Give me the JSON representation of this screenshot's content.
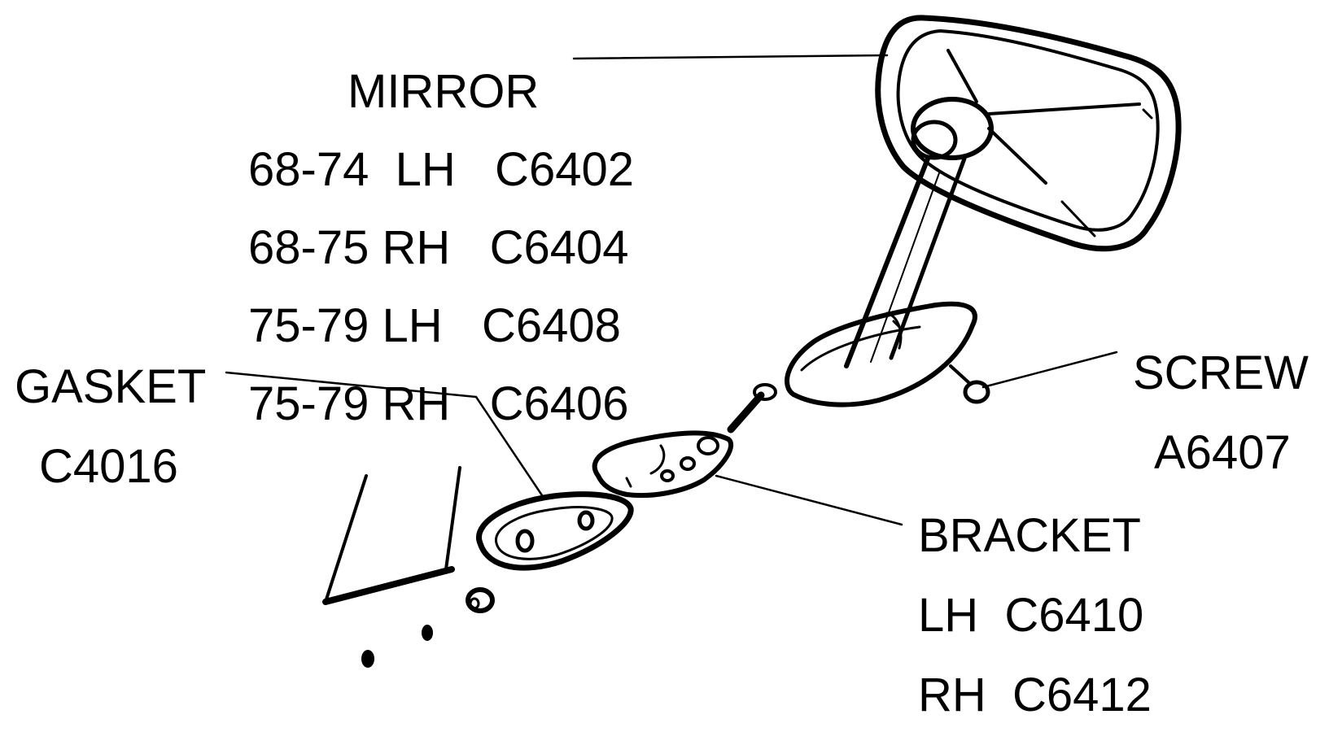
{
  "mirror": {
    "title": "MIRROR",
    "rows": [
      "68-74  LH   C6402",
      "68-75 RH   C6404",
      "75-79 LH   C6408",
      "75-79 RH   C6406"
    ]
  },
  "gasket": {
    "title": "GASKET",
    "part": "C4016"
  },
  "screw": {
    "title": "SCREW",
    "part": "A6407"
  },
  "bracket": {
    "title": "BRACKET",
    "rows": [
      "LH  C6410",
      "RH  C6412"
    ]
  },
  "colors": {
    "ink": "#000000",
    "paper": "#ffffff"
  }
}
